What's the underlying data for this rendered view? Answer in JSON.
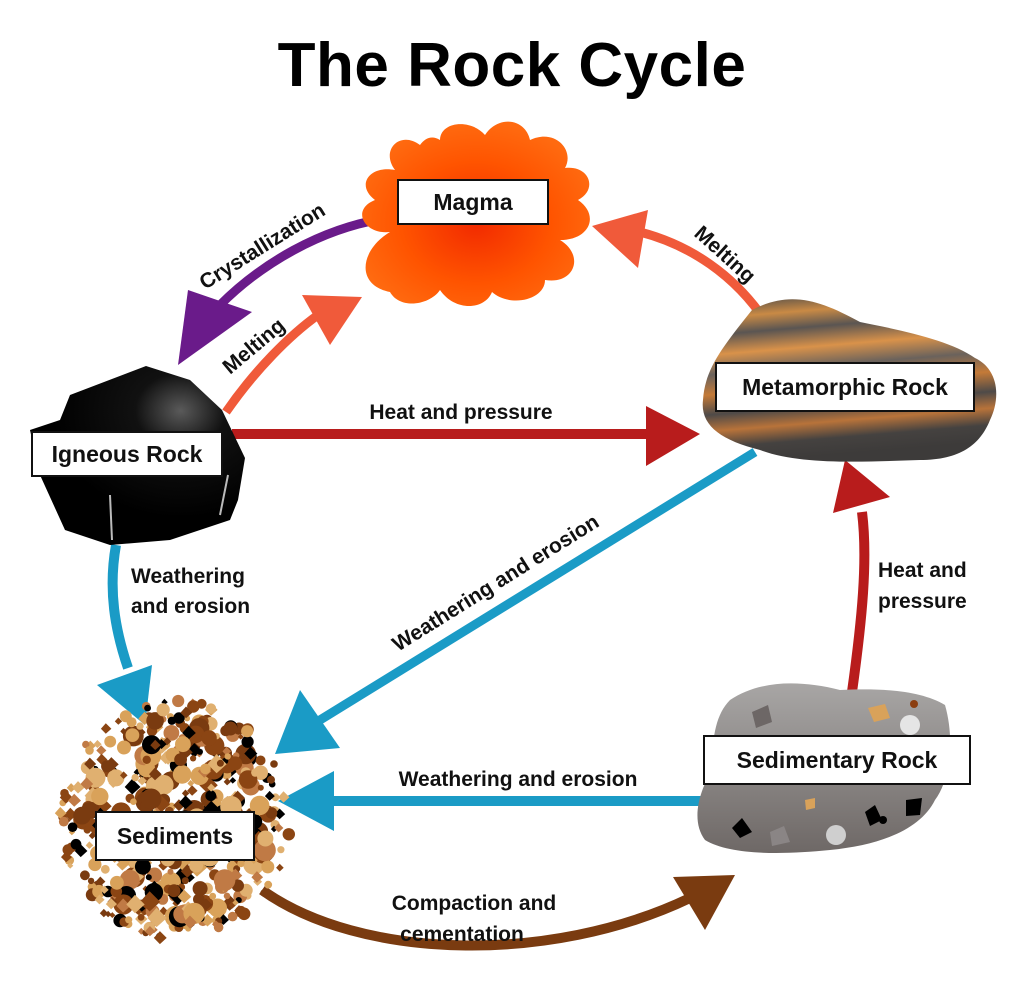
{
  "title": "The Rock Cycle",
  "colors": {
    "magma": "#ff5a00",
    "crystallization": "#6a1b8a",
    "melting": "#f05a3a",
    "heat_pressure": "#b81c1c",
    "weathering": "#1a9bc6",
    "compaction": "#7a3b10"
  },
  "nodes": {
    "magma": "Magma",
    "igneous": "Igneous Rock",
    "metamorphic": "Metamorphic Rock",
    "sedimentary": "Sedimentary Rock",
    "sediments": "Sediments"
  },
  "processes": {
    "crystallization": "Crystallization",
    "melting_igneous": "Melting",
    "melting_metamorphic": "Melting",
    "heat_pressure_igneous": "Heat and pressure",
    "weathering_metamorphic": "Weathering and erosion",
    "weathering_igneous_line1": "Weathering",
    "weathering_igneous_line2": "and erosion",
    "heat_pressure_sed_line1": "Heat and",
    "heat_pressure_sed_line2": "pressure",
    "weathering_sedimentary": "Weathering and erosion",
    "compaction_line1": "Compaction and",
    "compaction_line2": "cementation"
  }
}
